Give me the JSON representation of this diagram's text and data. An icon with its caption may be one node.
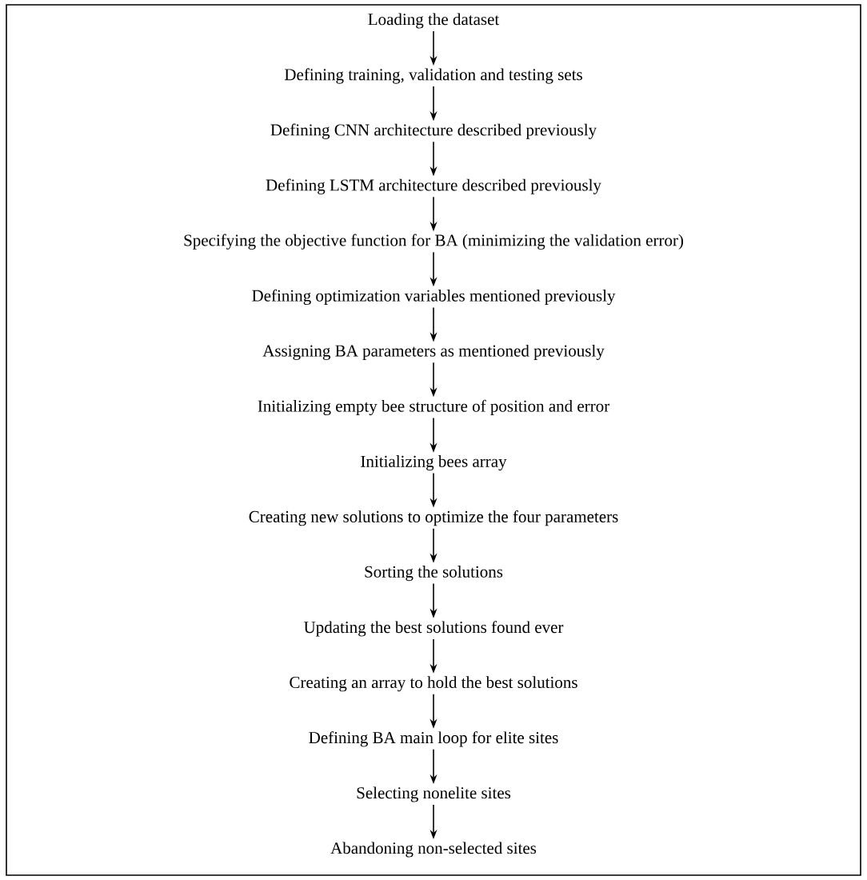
{
  "diagram": {
    "nodes": [
      {
        "text": [
          "Loading the dataset"
        ]
      },
      {
        "text": [
          "Defining training, validation and testing sets"
        ]
      },
      {
        "text": [
          "Defining CNN architecture described previously"
        ]
      },
      {
        "text": [
          "Defining LSTM architecture described previously"
        ]
      },
      {
        "text": [
          "Specifying the objective function for BA (minimizing the validation error)"
        ]
      },
      {
        "text": [
          "Defining optimization variables mentioned previously"
        ]
      },
      {
        "text": [
          "Assigning BA parameters as mentioned previously"
        ]
      },
      {
        "text": [
          "Initializing empty bee structure of position and error"
        ]
      },
      {
        "text": [
          "Initializing bees array"
        ]
      },
      {
        "text": [
          "Creating new solutions to optimize the four parameters"
        ]
      },
      {
        "text": [
          "Sorting the solutions"
        ]
      },
      {
        "text": [
          "Updating the best solutions found ever"
        ]
      },
      {
        "text": [
          "Creating an array to hold the best solutions"
        ]
      },
      {
        "text": [
          "Defining BA main loop for elite sites"
        ]
      },
      {
        "text": [
          "Selecting nonelite sites"
        ]
      },
      {
        "text": [
          "Abandoning non-selected sites"
        ]
      }
    ],
    "edges": [
      {
        "from": 0,
        "to": 1,
        "arrow": "to"
      },
      {
        "from": 1,
        "to": 2,
        "arrow": "to"
      },
      {
        "from": 2,
        "to": 3,
        "arrow": "to"
      },
      {
        "from": 3,
        "to": 4,
        "arrow": "to"
      },
      {
        "from": 4,
        "to": 5,
        "arrow": "to"
      },
      {
        "from": 5,
        "to": 6,
        "arrow": "to"
      },
      {
        "from": 6,
        "to": 7,
        "arrow": "to"
      },
      {
        "from": 7,
        "to": 8,
        "arrow": "to"
      },
      {
        "from": 8,
        "to": 9,
        "arrow": "to"
      },
      {
        "from": 9,
        "to": 10,
        "arrow": "to"
      },
      {
        "from": 10,
        "to": 11,
        "arrow": "to"
      },
      {
        "from": 11,
        "to": 12,
        "arrow": "to"
      },
      {
        "from": 12,
        "to": 13,
        "arrow": "to"
      },
      {
        "from": 13,
        "to": 14,
        "arrow": "to"
      },
      {
        "from": 14,
        "to": 15,
        "arrow": "to"
      }
    ]
  }
}
